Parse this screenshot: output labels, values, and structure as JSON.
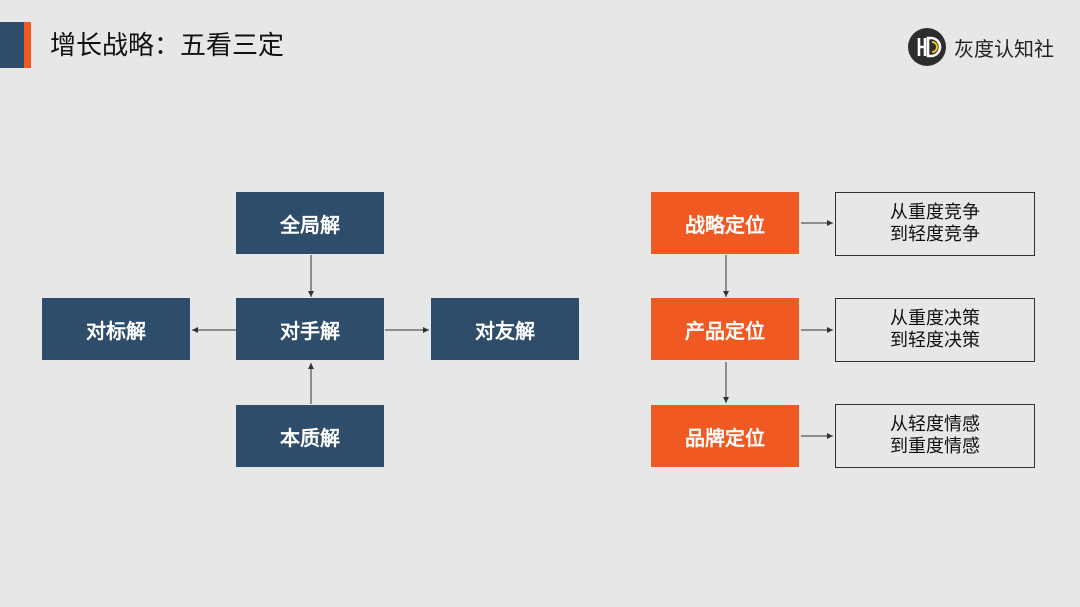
{
  "header": {
    "title": "增长战略：五看三定",
    "logo_text": "灰度认知社",
    "colors": {
      "navy": "#2e4d6b",
      "orange": "#f05a22",
      "background": "#e7e7e7"
    }
  },
  "five_views": {
    "top": "全局解",
    "center": "对手解",
    "left": "对标解",
    "right": "对友解",
    "bottom": "本质解"
  },
  "three_positions": [
    {
      "label": "战略定位",
      "line1": "从重度竞争",
      "line2": "到轻度竞争"
    },
    {
      "label": "产品定位",
      "line1": "从重度决策",
      "line2": "到轻度决策"
    },
    {
      "label": "品牌定位",
      "line1": "从轻度情感",
      "line2": "到重度情感"
    }
  ]
}
